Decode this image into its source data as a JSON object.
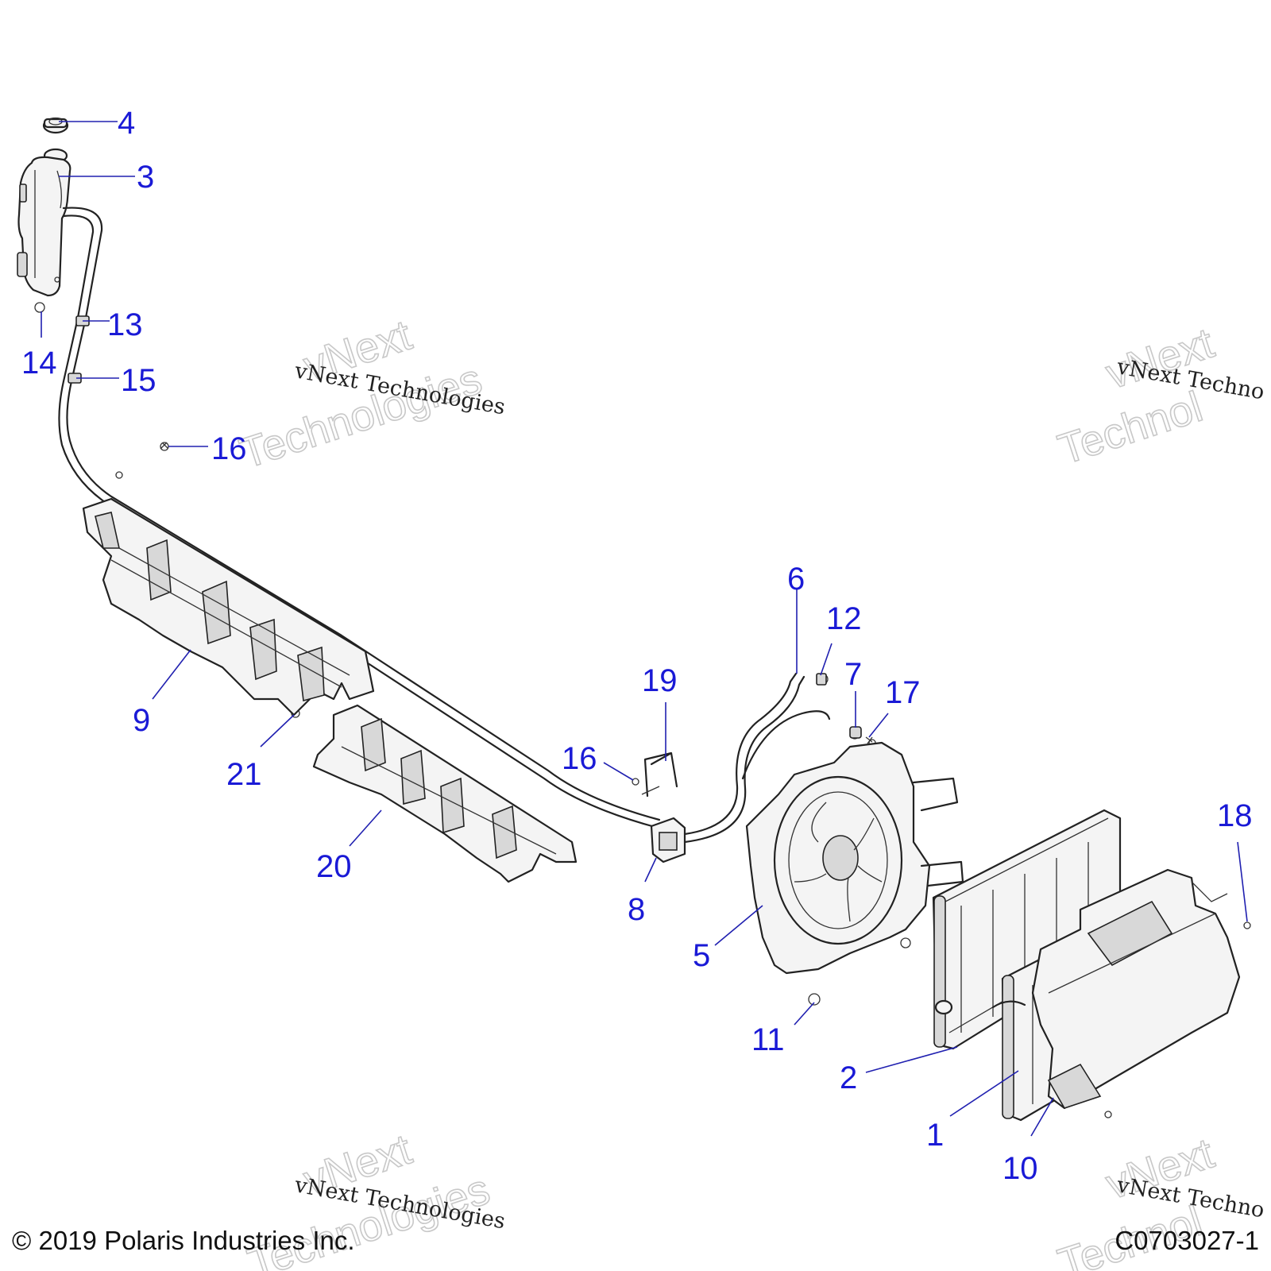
{
  "diagram": {
    "callouts": [
      "1",
      "2",
      "3",
      "4",
      "5",
      "6",
      "7",
      "8",
      "9",
      "10",
      "11",
      "12",
      "13",
      "14",
      "15",
      "16",
      "17",
      "18",
      "19",
      "20",
      "21"
    ],
    "callout_16_second": "16",
    "watermark": {
      "big_line1": "vNext",
      "big_line2": "Technologies",
      "small": "vNext Technologies",
      "right_small": "vNext Techno",
      "right_big2": "Technol",
      "bottom_right_small": "vNext Techno",
      "bottom_right_big1": "vNext",
      "bottom_right_big2": "Technol"
    }
  },
  "footer": {
    "copyright": "© 2019 Polaris Industries Inc.",
    "part_number": "C0703027-1"
  },
  "colors": {
    "callout": "#1a1ad6",
    "line": "#222222"
  }
}
